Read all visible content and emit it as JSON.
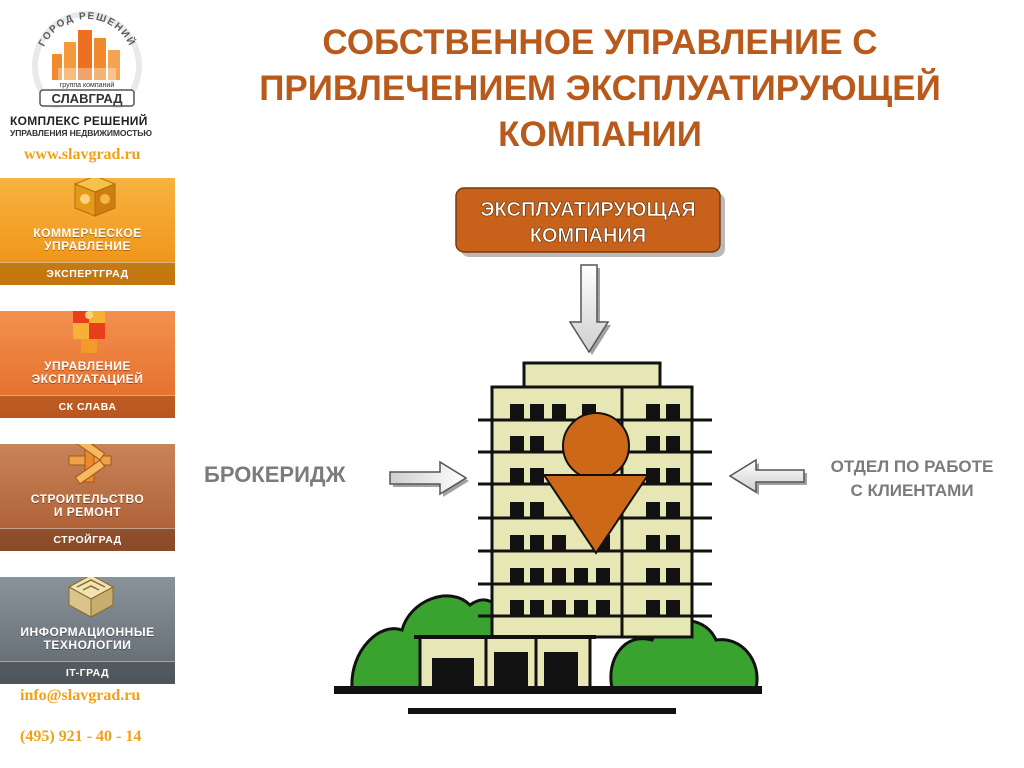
{
  "sidebar": {
    "logo_arc_text": "ГОРОД РЕШЕНИЙ",
    "logo_group": "группа компаний",
    "logo_name": "СЛАВГРАД",
    "brand_title": "КОМПЛЕКС РЕШЕНИЙ",
    "brand_subtitle": "УПРАВЛЕНИЯ НЕДВИЖИМОСТЬЮ",
    "website": "www.slavgrad.ru",
    "tiles": [
      {
        "line1": "КОММЕРЧЕСКОЕ",
        "line2": "УПРАВЛЕНИЕ",
        "company": "ЭКСПЕРТГРАД",
        "color": "#f29a12"
      },
      {
        "line1": "УПРАВЛЕНИЕ",
        "line2": "ЭКСПЛУАТАЦИЕЙ",
        "company": "СК СЛАВА",
        "color": "#e87429"
      },
      {
        "line1": "СТРОИТЕЛЬСТВО",
        "line2": "И РЕМОНТ",
        "company": "СТРОЙГРАД",
        "color": "#b7653a"
      },
      {
        "line1": "ИНФОРМАЦИОННЫЕ",
        "line2": "ТЕХНОЛОГИИ",
        "company": "IT-ГРАД",
        "color": "#6f7880"
      }
    ],
    "email": "info@slavgrad.ru",
    "phone": "(495) 921 - 40 - 14"
  },
  "main": {
    "title_lines": [
      "СОБСТВЕННОЕ УПРАВЛЕНИЕ С",
      "ПРИВЛЕЧЕНИЕМ ЭКСПЛУАТИРУЮЩЕЙ",
      "КОМПАНИИ"
    ],
    "operator_box": {
      "line1": "ЭКСПЛУАТИРУЮЩАЯ",
      "line2": "КОМПАНИЯ"
    },
    "left_label": "БРОКЕРИДЖ",
    "right_label": {
      "line1": "ОТДЕЛ ПО РАБОТЕ",
      "line2": "С КЛИЕНТАМИ"
    }
  },
  "colors": {
    "title": "#b85a1c",
    "box": "#c8621a",
    "building": "#e6e7b4",
    "tree": "#3aa22e",
    "figure": "#cc6818",
    "accent": "#f3a018",
    "label_gray": "#7b7b7b"
  }
}
